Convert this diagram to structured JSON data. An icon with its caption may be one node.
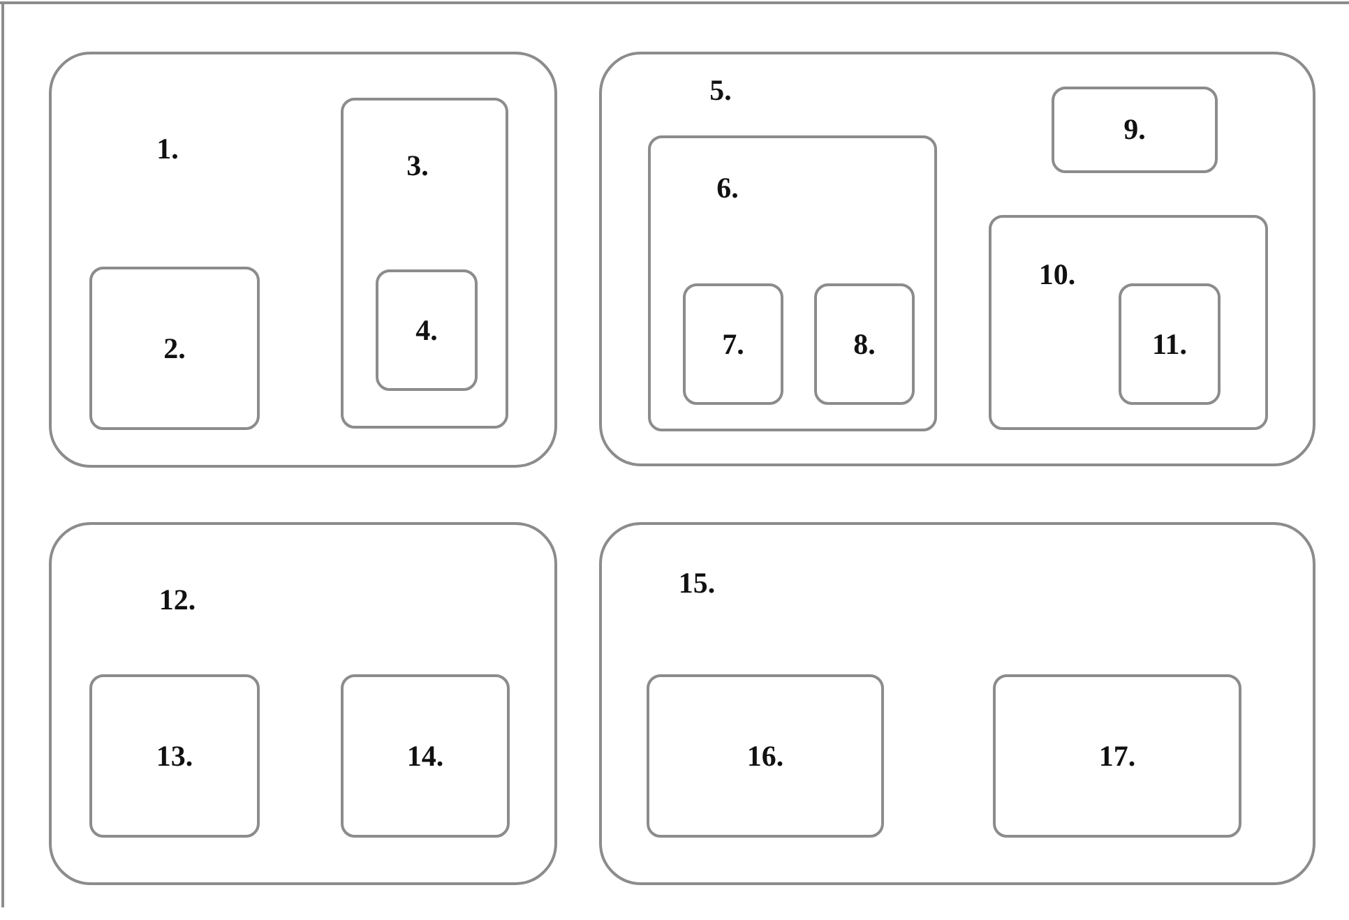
{
  "diagram": {
    "nodes": [
      {
        "text": [
          "1."
        ]
      },
      {
        "text": [
          "2."
        ],
        "in": 0
      },
      {
        "text": [
          "3."
        ],
        "in": 0
      },
      {
        "text": [
          "4."
        ],
        "in": 2
      },
      {
        "text": [
          "5."
        ]
      },
      {
        "text": [
          "6."
        ],
        "in": 4
      },
      {
        "text": [
          "7."
        ],
        "in": 5
      },
      {
        "text": [
          "8."
        ],
        "in": 5
      },
      {
        "text": [
          "9."
        ],
        "in": 4
      },
      {
        "text": [
          "10."
        ],
        "in": 4
      },
      {
        "text": [
          "11."
        ],
        "in": 9
      },
      {
        "text": [
          "12."
        ]
      },
      {
        "text": [
          "13."
        ],
        "in": 11
      },
      {
        "text": [
          "14."
        ],
        "in": 11
      },
      {
        "text": [
          "15."
        ]
      },
      {
        "text": [
          "16."
        ],
        "in": 14
      },
      {
        "text": [
          "17."
        ],
        "in": 14
      }
    ]
  }
}
